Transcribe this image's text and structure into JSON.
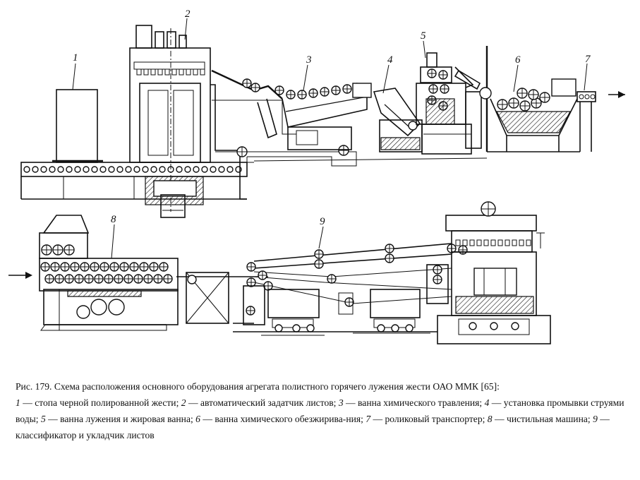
{
  "labels": {
    "n1": "1",
    "n2": "2",
    "n3": "3",
    "n4": "4",
    "n5": "5",
    "n6": "6",
    "n7": "7",
    "n8": "8",
    "n9": "9"
  },
  "caption": {
    "title": "Рис. 179. Схема расположения основного оборудования агрегата полистного горячего лужения жести ОАО ММК [65]:",
    "legend": [
      {
        "num": "1",
        "text": " — стопа черной полированной жести; "
      },
      {
        "num": "2",
        "text": " — автоматический задатчик листов; "
      },
      {
        "num": "3",
        "text": " — ванна химического травления; "
      },
      {
        "num": "4",
        "text": " — установка промывки струями воды; "
      },
      {
        "num": "5",
        "text": " — ванна лужения и жировая ванна; "
      },
      {
        "num": "6",
        "text": " — ванна химического обезжирива-ния; "
      },
      {
        "num": "7",
        "text": " — роликовый транспортер; "
      },
      {
        "num": "8",
        "text": " — чистильная машина; "
      },
      {
        "num": "9",
        "text": " — классификатор и укладчик листов"
      }
    ]
  }
}
